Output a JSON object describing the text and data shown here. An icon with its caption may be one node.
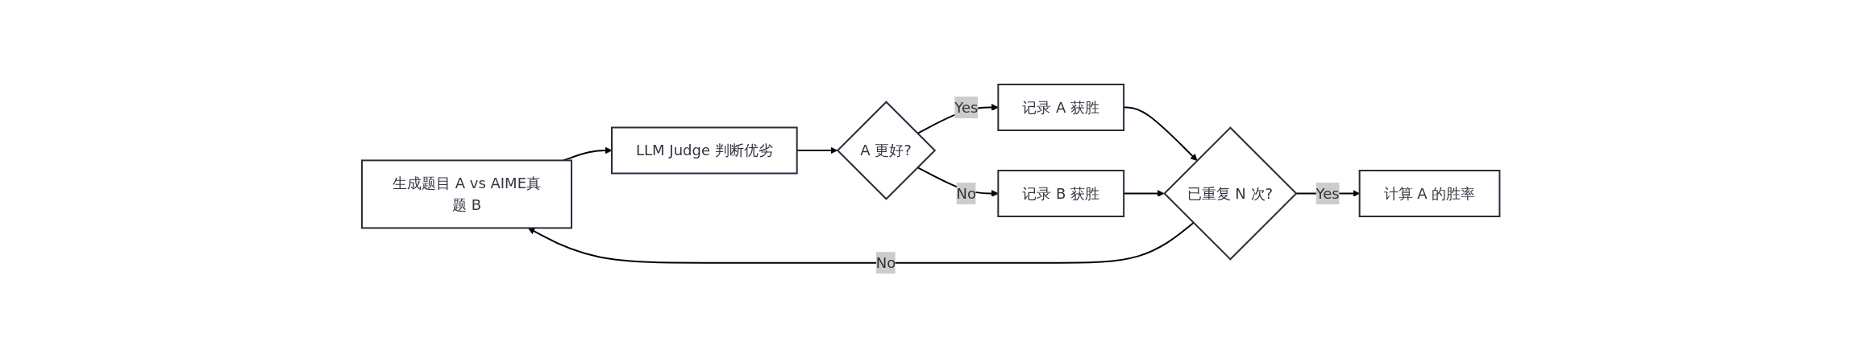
{
  "diagram": {
    "nodes": [
      {
        "text": [
          "生成题目 A vs AIME真题 B"
        ]
      },
      {
        "text": [
          "LLM Judge 判断优劣"
        ]
      },
      {
        "text": [
          "A 更好?"
        ]
      },
      {
        "text": [
          "记录 A 获胜"
        ]
      },
      {
        "text": [
          "记录 B 获胜"
        ]
      },
      {
        "text": [
          "已重复 N 次?"
        ]
      },
      {
        "text": [
          "计算 A 的胜率"
        ]
      }
    ],
    "edges": [
      {
        "from": 0,
        "to": 1,
        "arrow": "to"
      },
      {
        "from": 1,
        "to": 2,
        "arrow": "to"
      },
      {
        "from": 2,
        "to": 3,
        "arrow": "to",
        "label": "Yes"
      },
      {
        "from": 2,
        "to": 4,
        "arrow": "to",
        "label": "No"
      },
      {
        "from": 3,
        "to": 5,
        "arrow": "to"
      },
      {
        "from": 4,
        "to": 5,
        "arrow": "to"
      },
      {
        "from": 5,
        "to": 6,
        "arrow": "to",
        "label": "Yes"
      },
      {
        "from": 5,
        "to": 0,
        "arrow": "to",
        "label": "No"
      }
    ]
  }
}
